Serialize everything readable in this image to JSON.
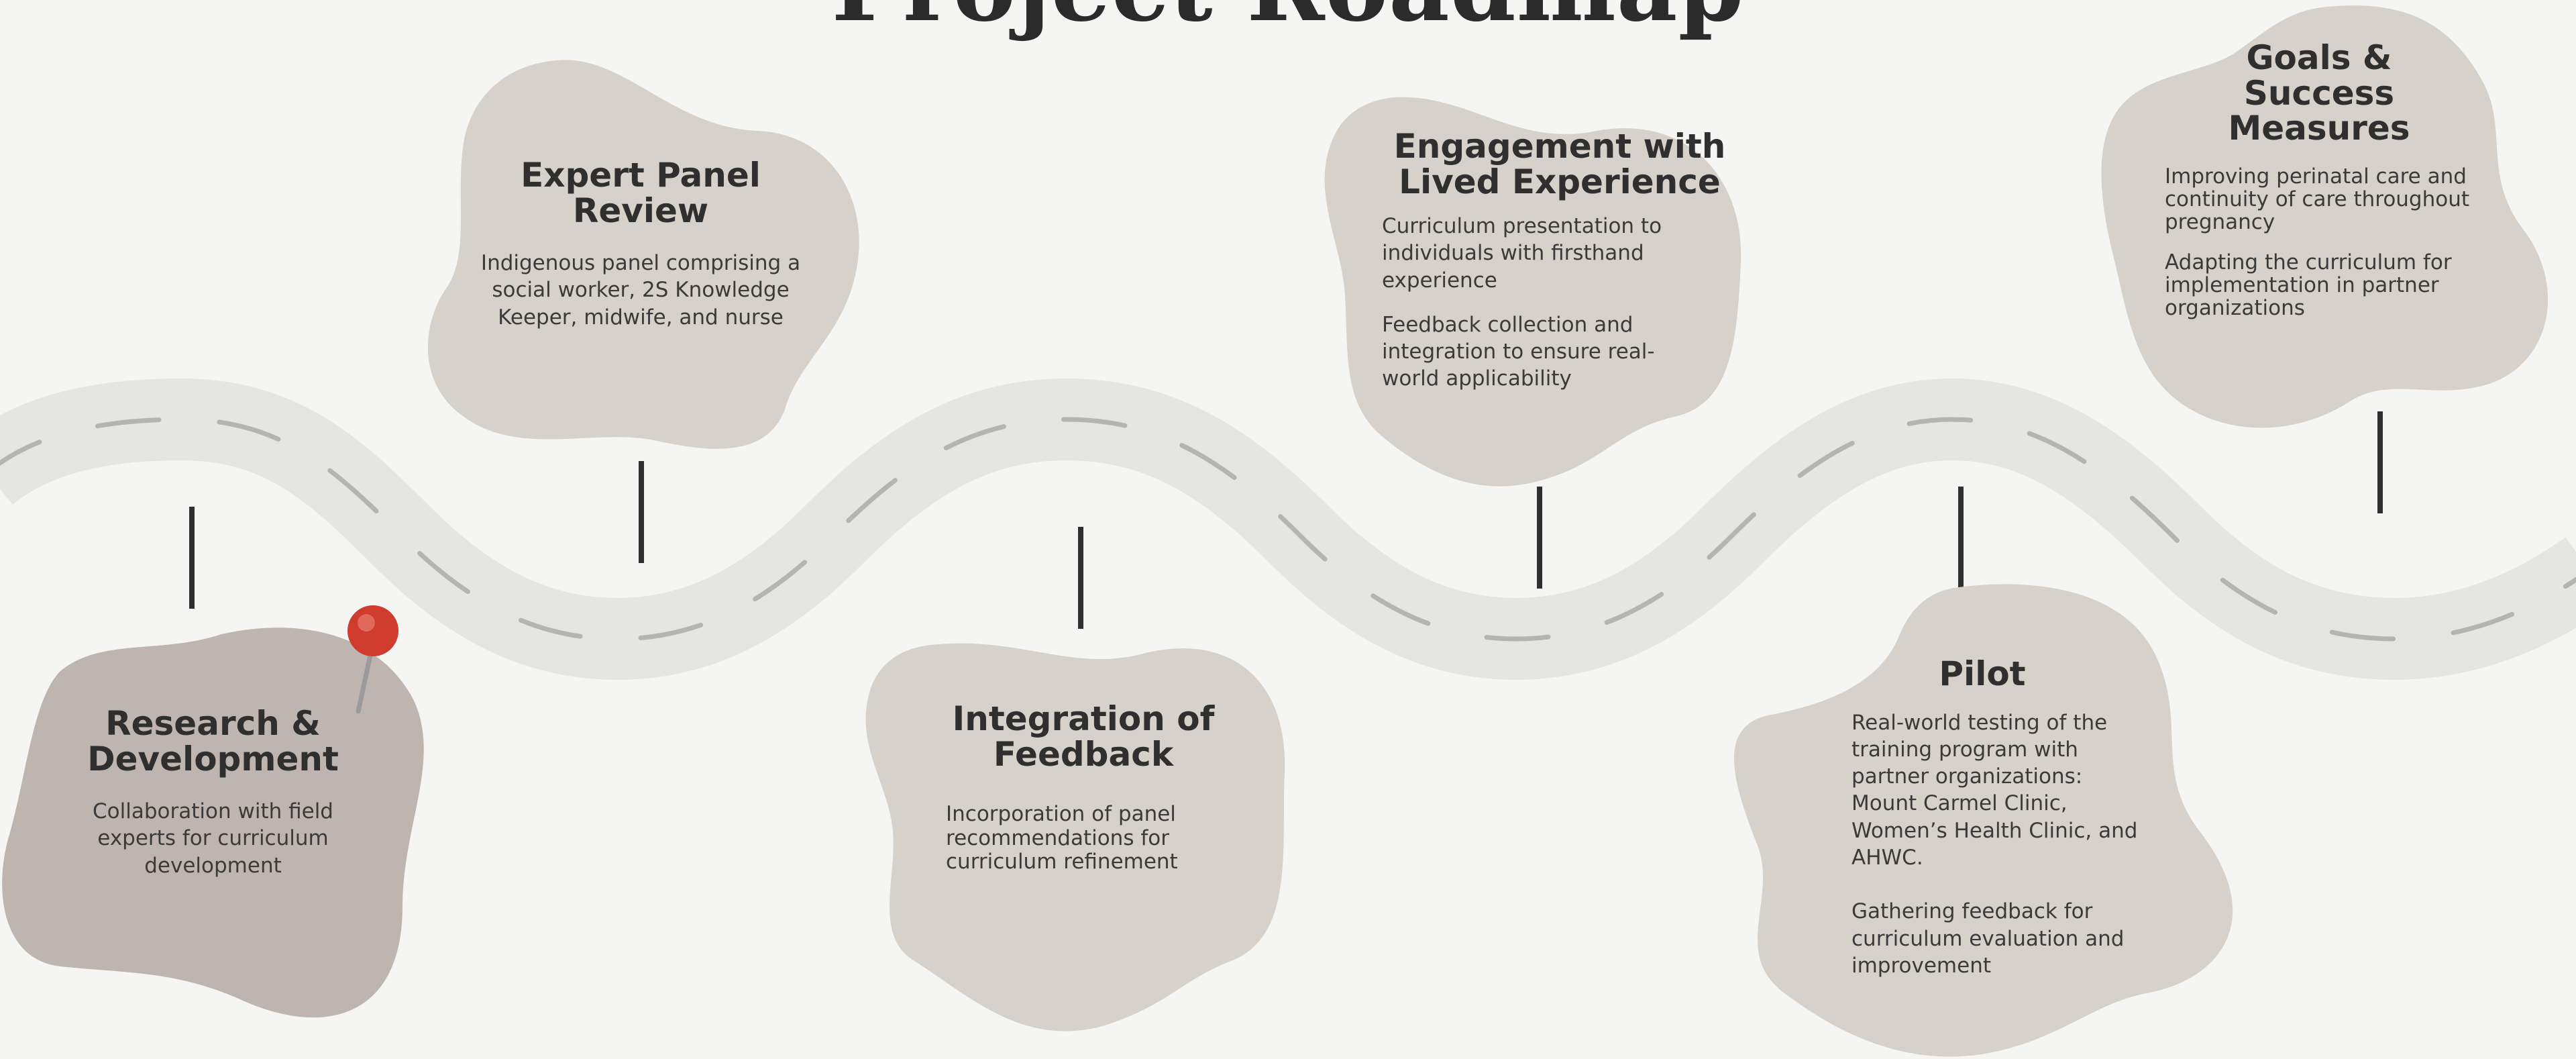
{
  "title": "Project Roadmap",
  "colors": {
    "background": "#f5f5f3",
    "road": "#e5e5e4",
    "road_dash": "#b4b4b2",
    "blob": "#d6d2cb",
    "blob_active": "#beb5b0",
    "connector": "#2f2f2f",
    "pin": "#cf3b2c"
  },
  "icons": {
    "pin": "pushpin-icon"
  },
  "milestones": [
    {
      "title": "Research & Development",
      "paragraphs": [
        "Collaboration with field experts for curriculum development"
      ],
      "active": true
    },
    {
      "title": "Expert Panel Review",
      "paragraphs": [
        "Indigenous panel comprising a social worker, 2S Knowledge Keeper, midwife, and nurse"
      ]
    },
    {
      "title": "Integration of Feedback",
      "paragraphs": [
        "Incorporation of panel recommendations for curriculum refinement"
      ]
    },
    {
      "title": "Engagement with Lived Experience",
      "paragraphs": [
        "Curriculum presentation to individuals with firsthand experience",
        "Feedback collection and integration to ensure real-world applicability"
      ]
    },
    {
      "title": "Pilot",
      "paragraphs": [
        "Real-world testing of the training program with partner organizations: Mount Carmel Clinic, Women’s Health Clinic, and AHWC.",
        "Gathering feedback for curriculum evaluation and improvement"
      ]
    },
    {
      "title": "Goals & Success Measures",
      "paragraphs": [
        "Improving perinatal care and continuity of care throughout pregnancy",
        "Adapting the curriculum for implementation in partner organizations"
      ]
    }
  ]
}
